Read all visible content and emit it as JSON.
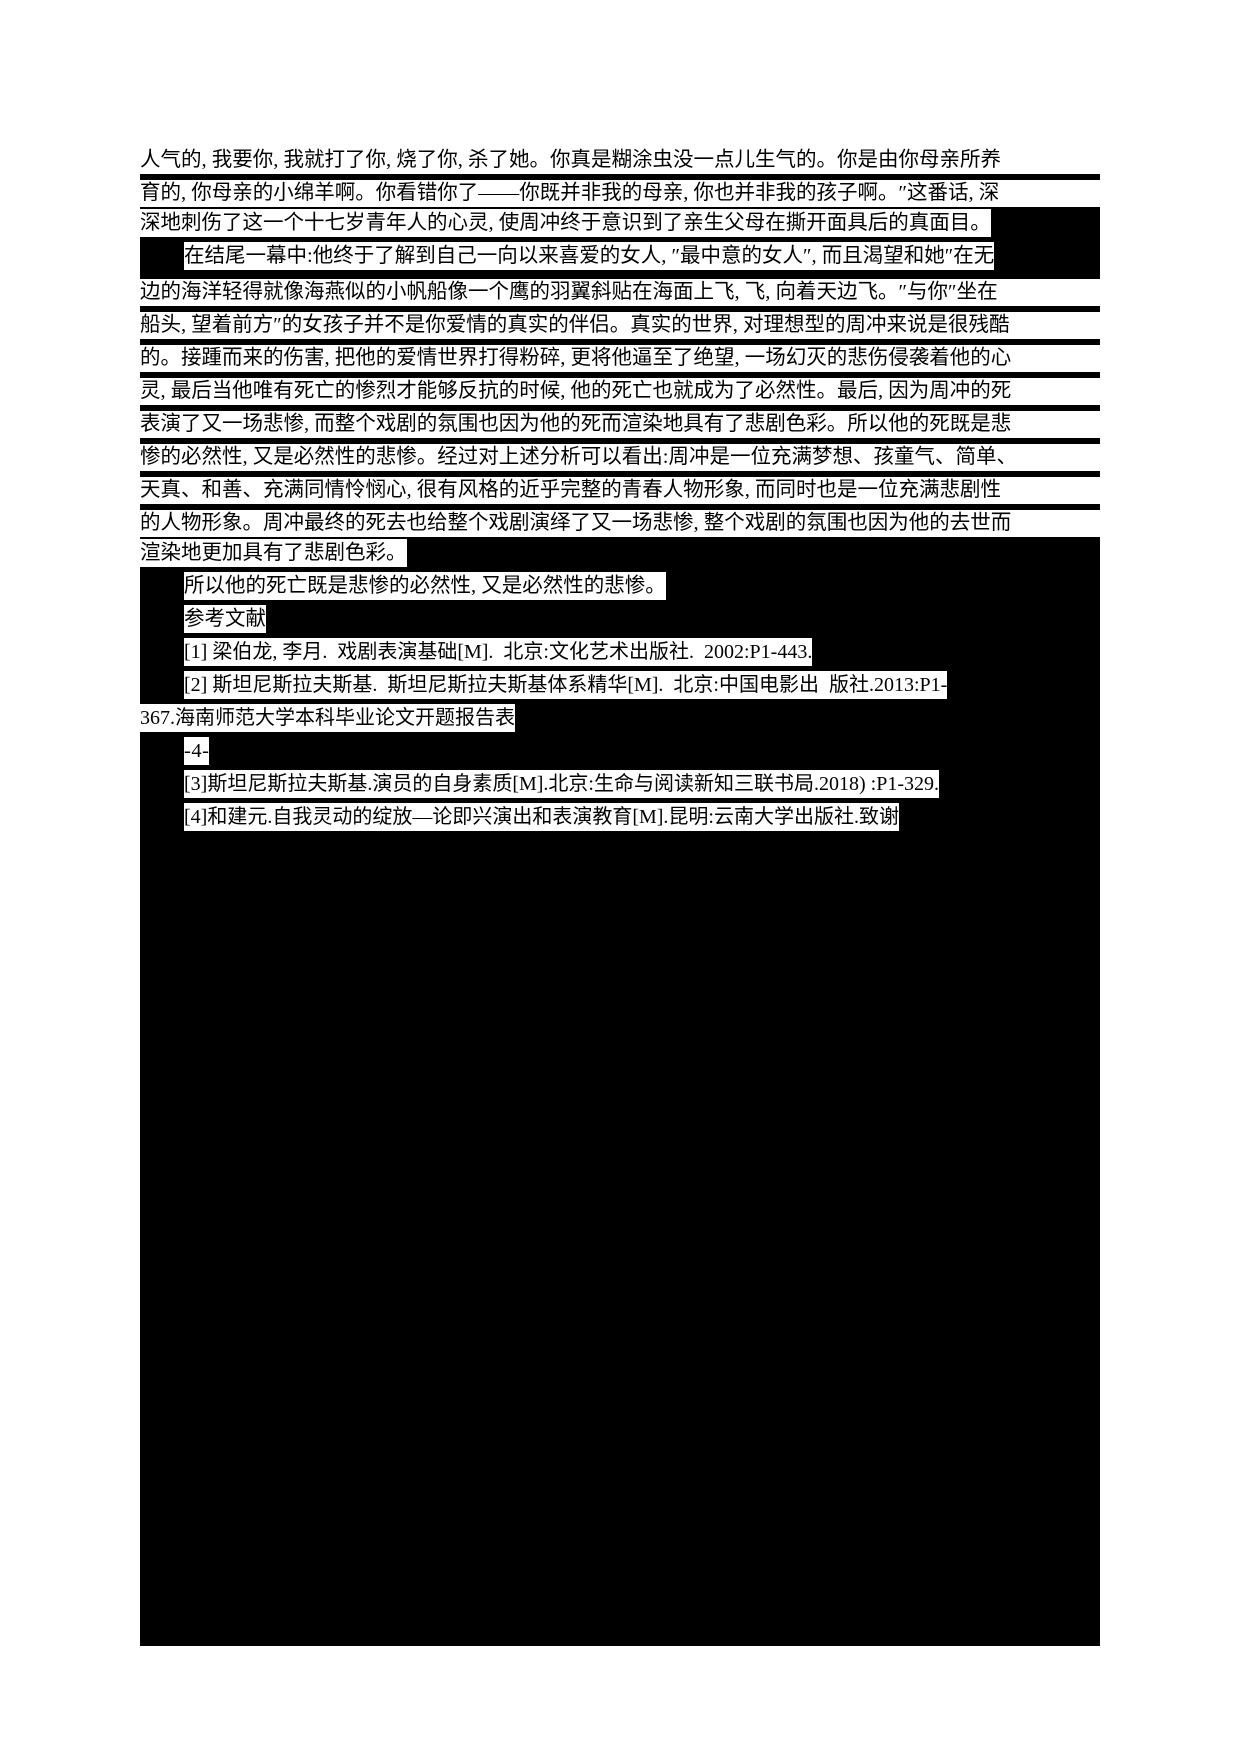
{
  "document": {
    "page_number": "-4-",
    "colors": {
      "paper": "#ffffff",
      "inverted_block": "#000000",
      "text_strip": "#ffffff",
      "glyph": "#000000"
    },
    "body_paragraphs": [
      {
        "id": "para-1-continued",
        "indent": 0,
        "lines": [
          "人气的, 我要你, 我就打了你, 烧了你, 杀了她。你真是糊涂虫没一点儿生气的。你是由你母亲所养",
          "育的, 你母亲的小绵羊啊。你看错你了——你既并非我的母亲, 你也并非我的孩子啊。″这番话, 深",
          "深地刺伤了这一个十七岁青年人的心灵, 使周冲终于意识到了亲生父母在撕开面具后的真面目。"
        ]
      },
      {
        "id": "para-2",
        "indent": 2,
        "lines": [
          "在结尾一幕中:他终于了解到自己一向以来喜爱的女人, ″最中意的女人″, 而且渴望和她″在无",
          "边的海洋轻得就像海燕似的小帆船像一个鹰的羽翼斜贴在海面上飞, 飞, 向着天边飞。″与你″坐在",
          "船头, 望着前方″的女孩子并不是你爱情的真实的伴侣。真实的世界, 对理想型的周冲来说是很残酷",
          "的。接踵而来的伤害, 把他的爱情世界打得粉碎, 更将他逼至了绝望, 一场幻灭的悲伤侵袭着他的心",
          "灵, 最后当他唯有死亡的惨烈才能够反抗的时候, 他的死亡也就成为了必然性。最后, 因为周冲的死",
          "表演了又一场悲惨, 而整个戏剧的氛围也因为他的死而渲染地具有了悲剧色彩。所以他的死既是悲",
          "惨的必然性, 又是必然性的悲惨。经过对上述分析可以看出:周冲是一位充满梦想、孩童气、简单、",
          "天真、和善、充满同情怜悯心, 很有风格的近乎完整的青春人物形象, 而同时也是一位充满悲剧性",
          "的人物形象。周冲最终的死去也给整个戏剧演绎了又一场悲惨, 整个戏剧的氛围也因为他的去世而",
          "渲染地更加具有了悲剧色彩。"
        ]
      },
      {
        "id": "para-3",
        "indent": 2,
        "lines": [
          "所以他的死亡既是悲惨的必然性, 又是必然性的悲惨。"
        ]
      }
    ],
    "references_heading": "参考文献",
    "references": [
      {
        "id": "ref-1",
        "indent": 2,
        "lines": [
          "[1] 梁伯龙, 李月.  戏剧表演基础[M].  北京:文化艺术出版社.  2002:P1-443."
        ]
      },
      {
        "id": "ref-2",
        "indent": 2,
        "lines": [
          "[2] 斯坦尼斯拉夫斯基.  斯坦尼斯拉夫斯基体系精华[M].  北京:中国电影出  版社.2013:P1-",
          "367.海南师范大学本科毕业论文开题报告表"
        ]
      },
      {
        "id": "ref-3",
        "indent": 2,
        "lines": [
          "[3]斯坦尼斯拉夫斯基.演员的自身素质[M].北京:生命与阅读新知三联书局.2018) :P1-329."
        ]
      },
      {
        "id": "ref-4",
        "indent": 2,
        "lines": [
          "[4]和建元.自我灵动的绽放—论即兴演出和表演教育[M].昆明:云南大学出版社.致谢"
        ]
      }
    ]
  }
}
